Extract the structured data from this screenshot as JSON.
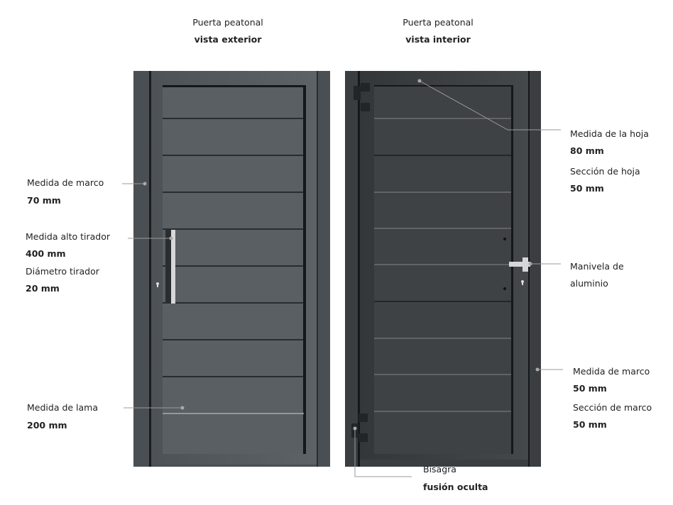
{
  "titles": {
    "exterior": {
      "line1": "Puerta peatonal",
      "line2": "vista exterior"
    },
    "interior": {
      "line1": "Puerta peatonal",
      "line2": "vista interior"
    }
  },
  "callouts_left": {
    "frame": {
      "label": "Medida de marco",
      "value": "70 mm"
    },
    "handle": {
      "label": "Medida alto tirador",
      "value": "400 mm",
      "label2": "Diámetro tirador",
      "value2": "20 mm"
    },
    "slat": {
      "label": "Medida de lama",
      "value": "200 mm"
    }
  },
  "callouts_right": {
    "leaf": {
      "label": "Medida de la hoja",
      "value": "80 mm",
      "label2": "Sección de hoja",
      "value2": "50 mm"
    },
    "lever": {
      "label": "Manivela de",
      "label_line2": "aluminio"
    },
    "frame": {
      "label": "Medida de marco",
      "value": "50 mm",
      "label2": "Sección de marco",
      "value2": "50 mm"
    },
    "hinge": {
      "label": "Bisagra",
      "value": "fusión oculta"
    }
  },
  "colors": {
    "door": "#4a4f53",
    "panel": "#555a5e",
    "groove": "#1a1c1e",
    "line": "#999999"
  }
}
